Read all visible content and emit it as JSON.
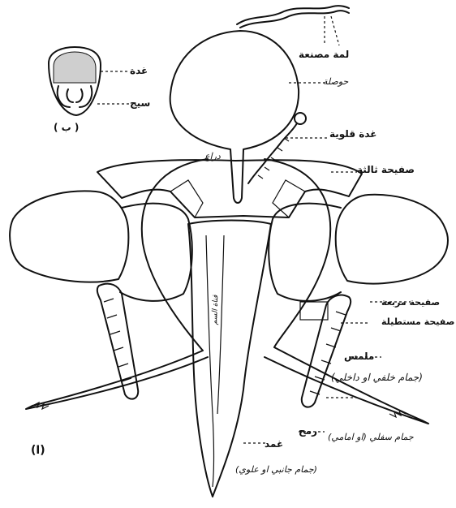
{
  "figure": {
    "panel_a_label": "(ا)",
    "panel_b_label": "( ب )"
  },
  "labels": {
    "sac_thread": "لمة مصنعة",
    "vesicle": "حوصلة",
    "gland_upper": "غدة",
    "sting_cross": "سيج",
    "venom_gland": "غدة قلوية",
    "plate_third": "صفيحة ثالثة",
    "disc": "دراع",
    "plate_oblong": "صفيحة مربعة",
    "plate_rect": "صفيحة مستطيلة",
    "palp": "ملمس",
    "palp_note": "(جمام خلفي او داخلي)",
    "stylet": "رمح",
    "stylet_note": "جمام سفلي (او امامي)",
    "sheath": "غمد",
    "sheath_note": "(جمام جانبي او علوي)",
    "canal": "قناة السم"
  },
  "colors": {
    "ink": "#111111",
    "paper": "#ffffff"
  }
}
